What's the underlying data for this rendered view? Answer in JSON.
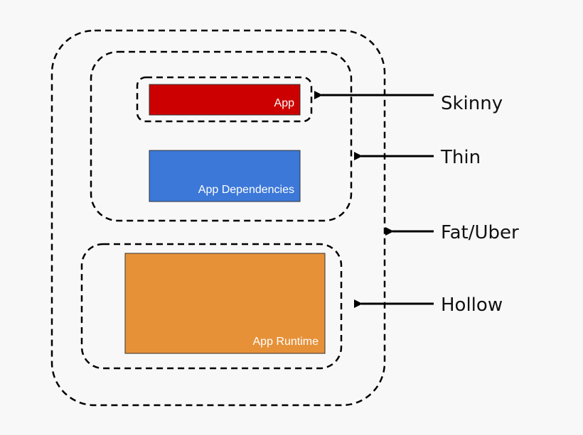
{
  "boxes": {
    "app": {
      "label": "App",
      "color": "#cc0000"
    },
    "dependencies": {
      "label": "App Dependencies",
      "color": "#3c78d8"
    },
    "runtime": {
      "label": "App Runtime",
      "color": "#e69138"
    }
  },
  "callouts": {
    "skinny": "Skinny",
    "thin": "Thin",
    "fat": "Fat/Uber",
    "hollow": "Hollow"
  }
}
